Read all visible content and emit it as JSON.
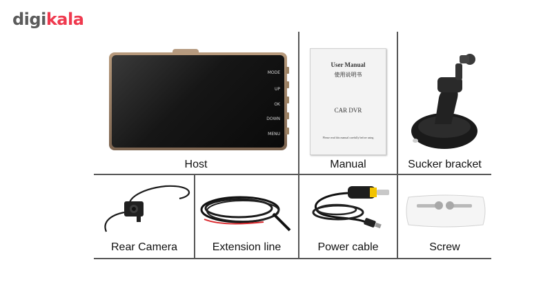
{
  "logo": {
    "part1": "digi",
    "part2": "kala",
    "brand_color": "#ef394e",
    "text_color": "#5b5b5b"
  },
  "host": {
    "caption": "Host",
    "buttons": [
      "MODE",
      "UP",
      "OK",
      "DOWN",
      "MENU"
    ]
  },
  "manual": {
    "caption": "Manual",
    "title": "User Manual",
    "subtitle": "使用说明书",
    "product": "CAR DVR",
    "note": "Please read this manual carefully before using"
  },
  "sucker": {
    "caption": "Sucker bracket"
  },
  "rear_camera": {
    "caption": "Rear Camera"
  },
  "extension": {
    "caption": "Extension line"
  },
  "power": {
    "caption": "Power cable"
  },
  "screw": {
    "caption": "Screw"
  },
  "colors": {
    "divider": "#555555",
    "cable_red": "#d9262b",
    "plug_yellow": "#f2c300"
  }
}
